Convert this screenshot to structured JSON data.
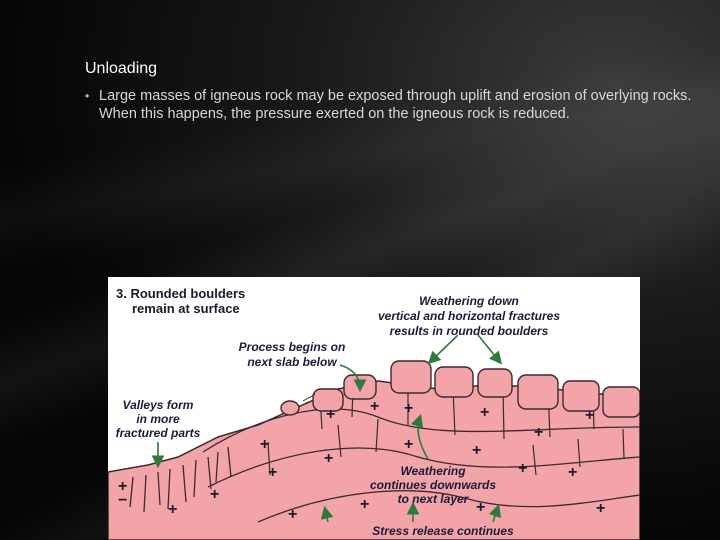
{
  "slide": {
    "title": "Unloading",
    "bullet": "Large masses of igneous rock may be exposed through uplift and erosion of overlying rocks.  When this happens, the pressure exerted on the igneous rock is reduced."
  },
  "figure": {
    "labels": {
      "step3_line1": "3. Rounded boulders",
      "step3_line2": "remain at surface",
      "weathering_line1": "Weathering down",
      "weathering_line2": "vertical and horizontal fractures",
      "weathering_line3": "results in rounded boulders",
      "process_line1": "Process begins on",
      "process_line2": "next slab below",
      "valleys_line1": "Valleys form",
      "valleys_line2": "in more",
      "valleys_line3": "fractured parts",
      "continues_line1": "Weathering",
      "continues_line2": "continues downwards",
      "continues_line3": "to next layer",
      "stress": "Stress release continues"
    },
    "colors": {
      "rock": "#f2a4a8",
      "rock_dark": "#e48c92",
      "outline": "#3a2a30",
      "arrow": "#2f7a3a"
    }
  }
}
